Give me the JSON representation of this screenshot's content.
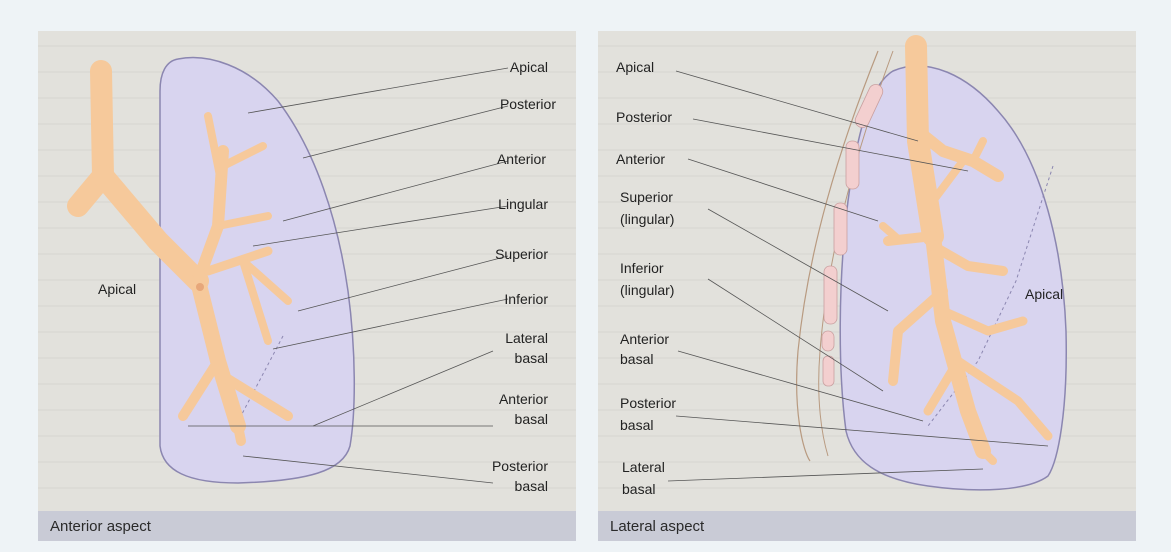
{
  "left_panel": {
    "caption": "Anterior aspect",
    "side_label": "Apical",
    "labels": {
      "apical": "Apical",
      "posterior": "Posterior",
      "anterior": "Anterior",
      "lingular": "Lingular",
      "superior": "Superior",
      "inferior": "Inferior",
      "lateral_basal_1": "Lateral",
      "lateral_basal_2": "basal",
      "anterior_basal_1": "Anterior",
      "anterior_basal_2": "basal",
      "posterior_basal_1": "Posterior",
      "posterior_basal_2": "basal"
    }
  },
  "right_panel": {
    "caption": "Lateral aspect",
    "side_label": "Apical",
    "labels": {
      "apical": "Apical",
      "posterior": "Posterior",
      "anterior": "Anterior",
      "superior_1": "Superior",
      "superior_2": "(lingular)",
      "inferior_1": "Inferior",
      "inferior_2": "(lingular)",
      "anterior_basal_1": "Anterior",
      "anterior_basal_2": "basal",
      "posterior_basal_1": "Posterior",
      "posterior_basal_2": "basal",
      "lateral_basal_1": "Lateral",
      "lateral_basal_2": "basal"
    }
  },
  "colors": {
    "lung_fill": "#d8d4ef",
    "lung_stroke": "#8b86b0",
    "bronchus": "#f6c99b",
    "leader_line": "#555555"
  }
}
